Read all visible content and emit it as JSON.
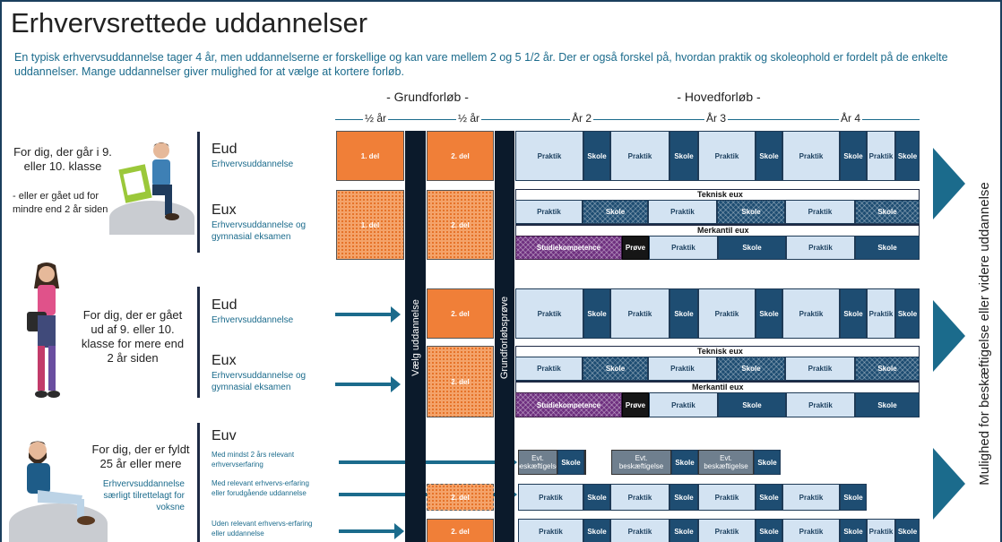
{
  "title": "Erhvervsrettede uddannelser",
  "intro": "En typisk erhvervsuddannelse tager 4 år, men uddannelserne er forskellige og kan vare mellem 2 og 5 1/2 år. Der er også forskel på, hvordan praktik og skoleophold er fordelt på de enkelte uddannelser. Mange uddannelser giver mulighed for at vælge at kortere forløb.",
  "phases": {
    "grund": "- Grundforløb -",
    "hoved": "- Hovedforløb -"
  },
  "timeline": {
    "half1": "½ år",
    "half2": "½ år",
    "year2": "År 2",
    "year3": "År 3",
    "year4": "År 4"
  },
  "columns": {
    "choose": "Vælg uddannelse",
    "exam": "Grundforløbsprøve"
  },
  "right_label": "Mulighed for beskæftigelse eller videre uddannelse",
  "segment_labels": {
    "del1": "1. del",
    "del2": "2. del",
    "praktik": "Praktik",
    "skole": "Skole",
    "studiekomp": "Studiekompetence",
    "prove": "Prøve",
    "evt": "Evt. beskæftigelse"
  },
  "group1": {
    "target": "For dig, der går i 9. eller 10. klasse",
    "target2": "- eller er gået ud for mindre end 2 år siden",
    "eud": {
      "name": "Eud",
      "desc": "Erhvervsuddannelse"
    },
    "eux": {
      "name": "Eux",
      "desc": "Erhvervsuddannelse og gymnasial eksamen"
    },
    "teknisk": "Teknisk eux",
    "merkantil": "Merkantil eux"
  },
  "group2": {
    "target": "For dig, der er gået ud af 9. eller 10. klasse for mere end 2 år siden",
    "eud": {
      "name": "Eud",
      "desc": "Erhvervsuddannelse"
    },
    "eux": {
      "name": "Eux",
      "desc": "Erhvervsuddannelse og gymnasial eksamen"
    },
    "teknisk": "Teknisk eux",
    "merkantil": "Merkantil eux"
  },
  "group3": {
    "target": "For dig, der er fyldt 25 år eller mere",
    "desc": "Erhvervsuddannelse særligt tilrettelagt for voksne",
    "euv": {
      "name": "Euv"
    },
    "tracks": [
      "Med mindst 2 års relevant erhvervserfaring",
      "Med relevant erhvervs-erfaring eller forudgående uddannelse",
      "Uden relevant erhvervs-erfaring eller uddannelse"
    ]
  },
  "colors": {
    "orange": "#f07f38",
    "light_blue": "#d3e3f2",
    "dark_blue": "#1e4d72",
    "purple": "#6e2f7f",
    "teal": "#1b6b8c",
    "navy": "#0b1a2b"
  },
  "icons": [
    "person-boy-sitting-icon",
    "person-girl-standing-icon",
    "person-man-sitting-icon",
    "arrow-right-icon",
    "chevron-right-icon"
  ]
}
